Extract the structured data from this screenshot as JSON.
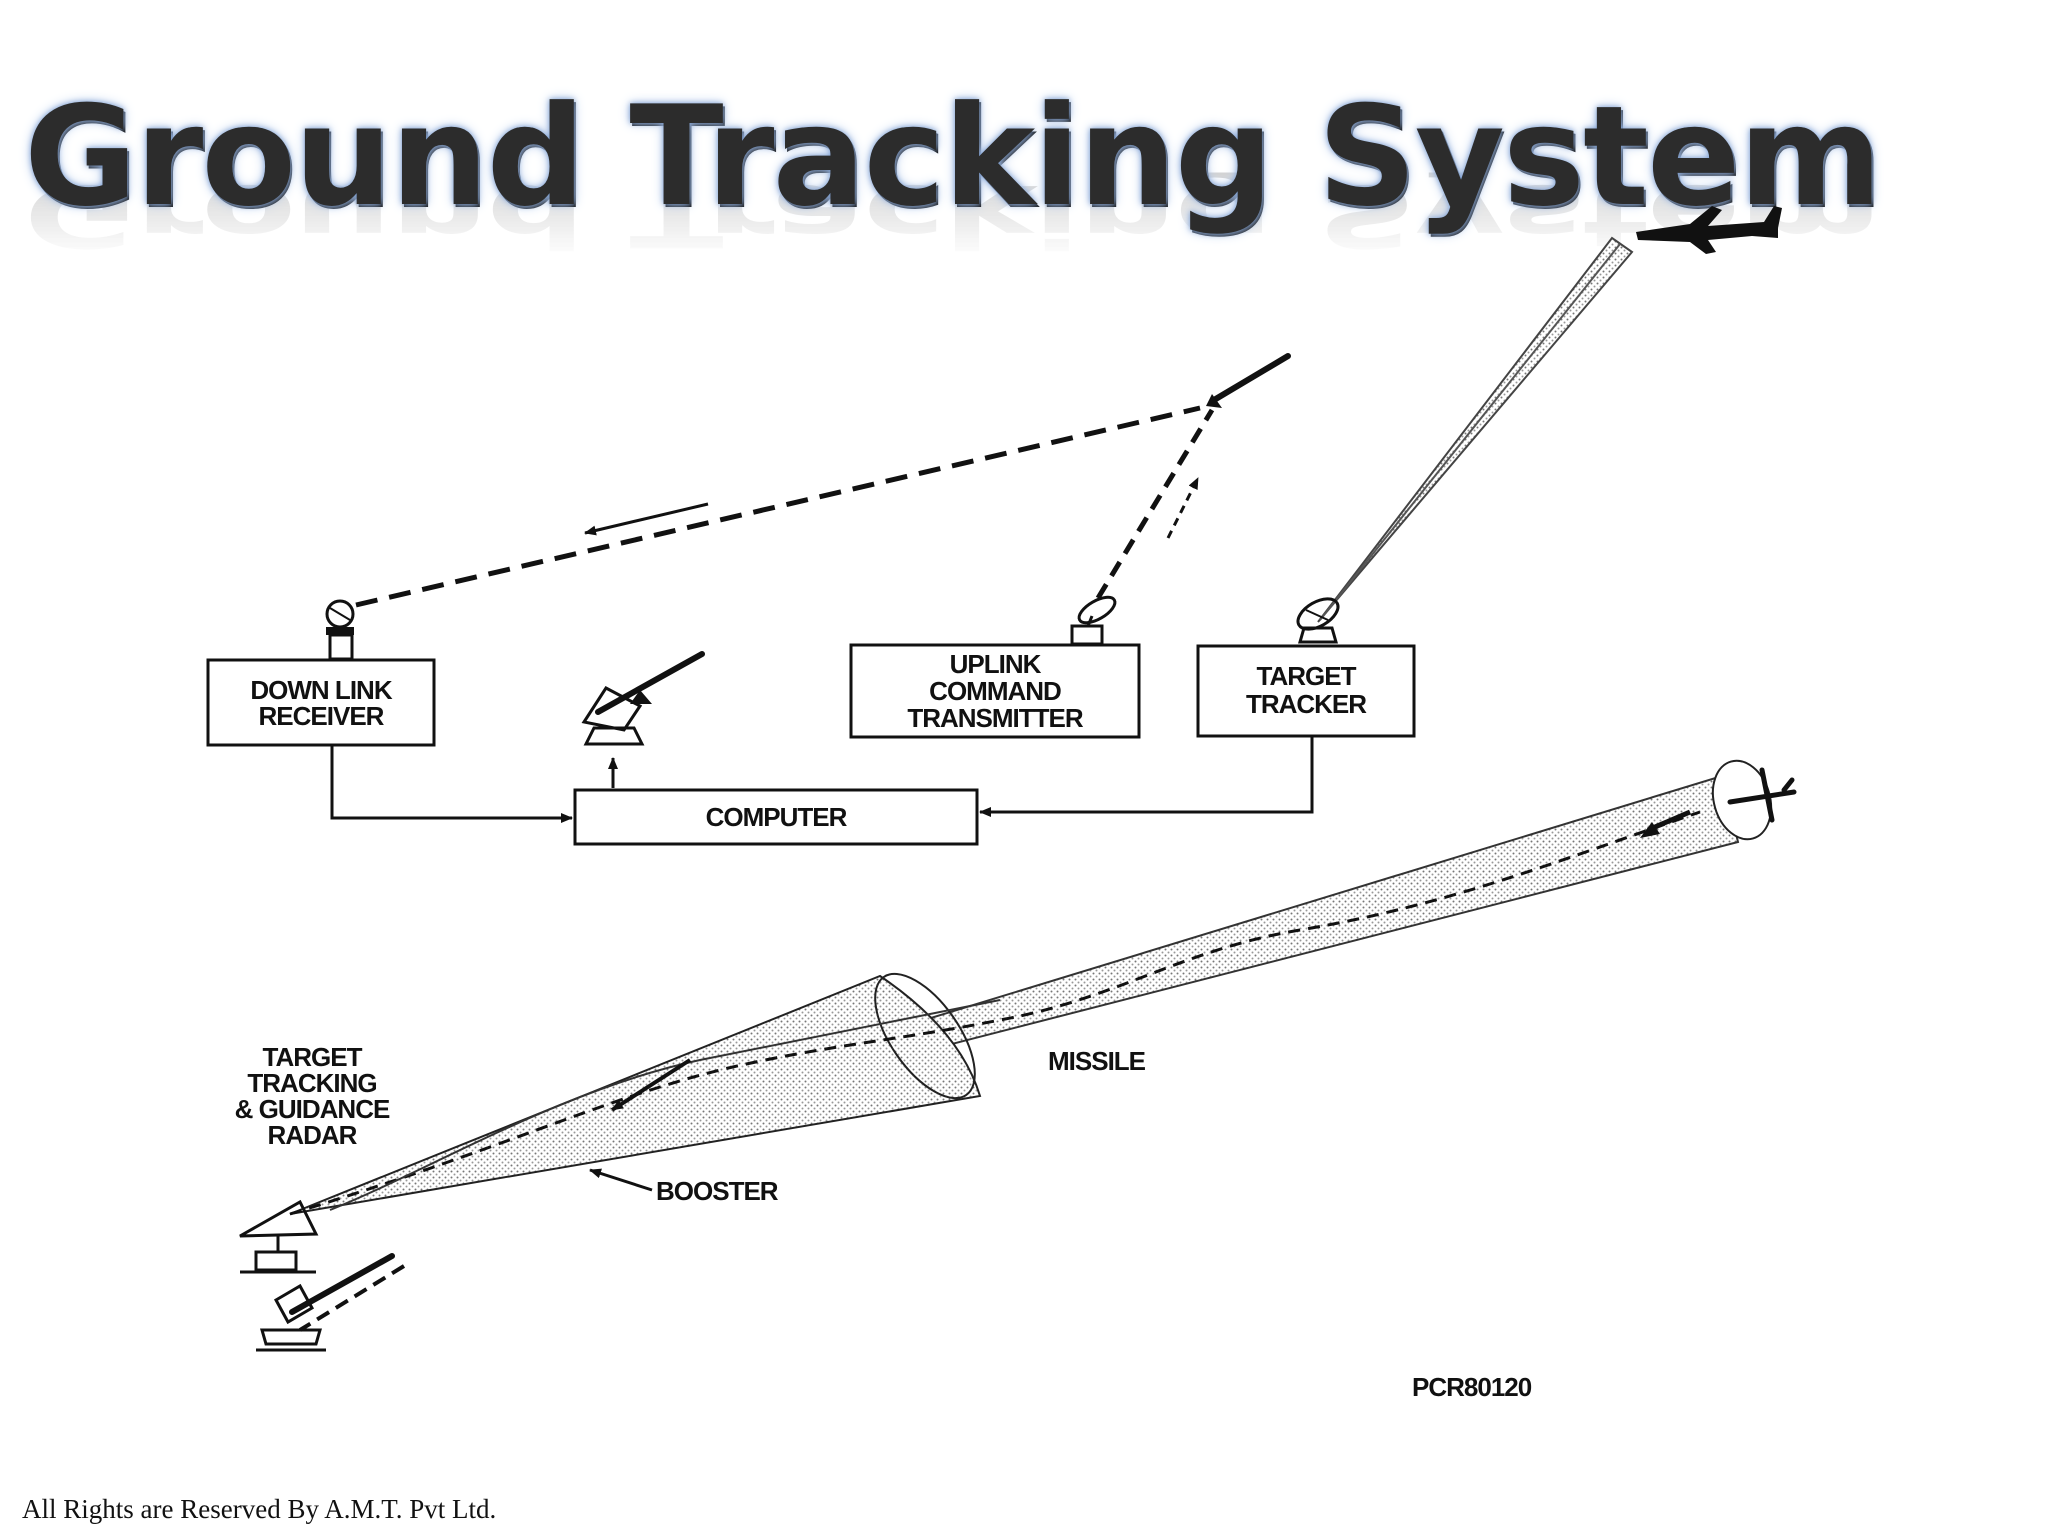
{
  "title": "Ground Tracking System",
  "boxes": {
    "downlink": [
      "DOWN LINK",
      "RECEIVER"
    ],
    "uplink": [
      "UPLINK",
      "COMMAND",
      "TRANSMITTER"
    ],
    "target_tracker": [
      "TARGET",
      "TRACKER"
    ],
    "computer": "COMPUTER"
  },
  "labels": {
    "radar": [
      "TARGET",
      "TRACKING",
      "& GUIDANCE",
      "RADAR"
    ],
    "missile": "MISSILE",
    "booster": "BOOSTER",
    "figure_code": "PCR80120"
  },
  "footer": "All Rights are Reserved By A.M.T. Pvt Ltd."
}
